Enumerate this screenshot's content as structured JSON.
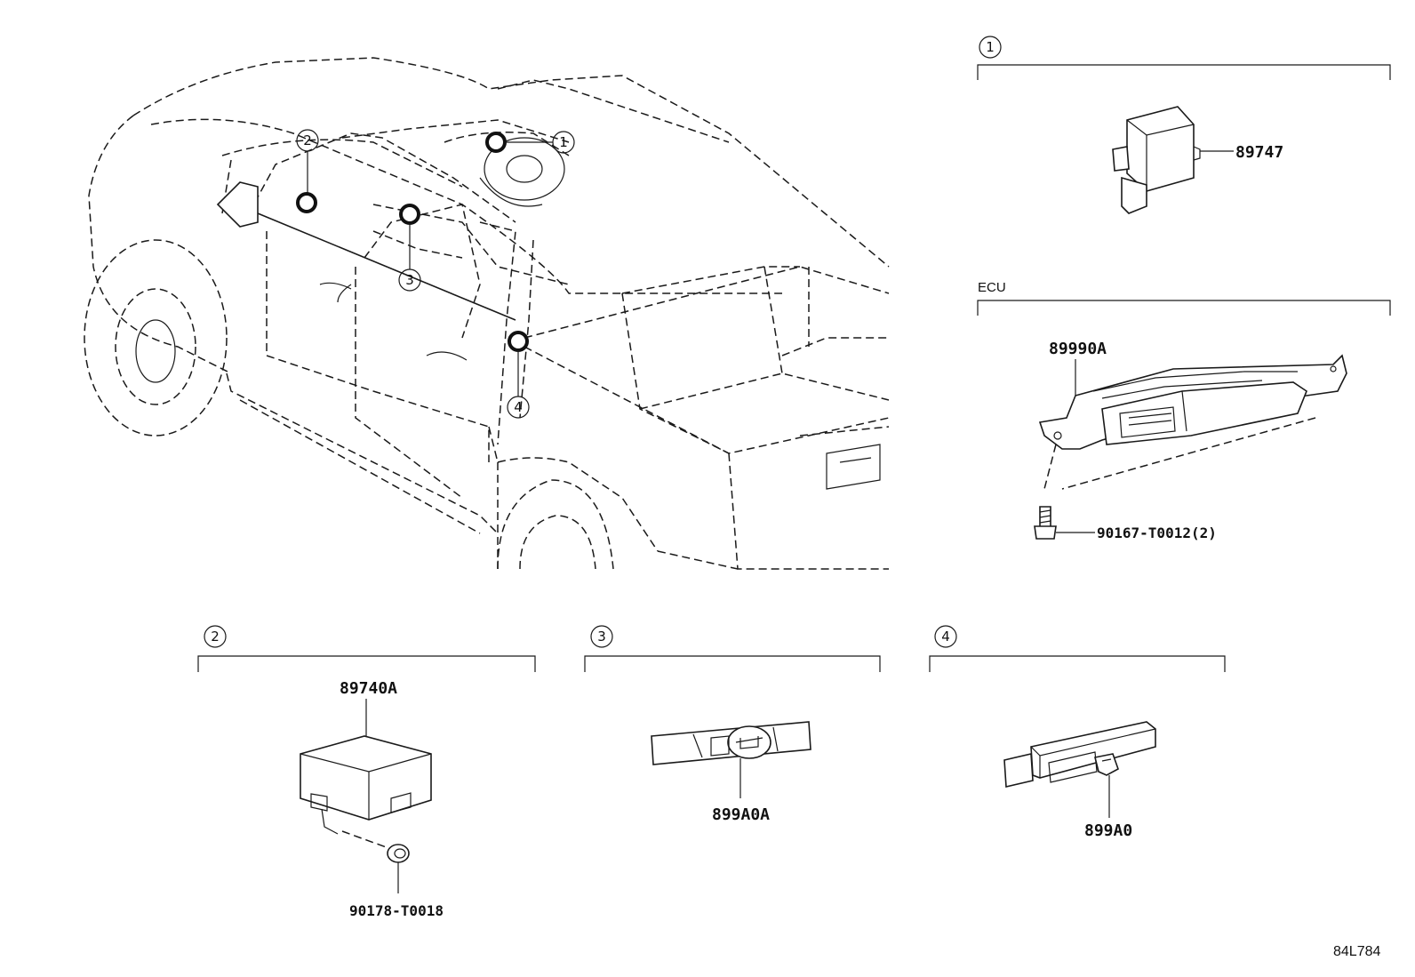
{
  "callouts": {
    "c1": "1",
    "c2": "2",
    "c3": "3",
    "c4": "4"
  },
  "sections": {
    "s1": {
      "index": "1",
      "part": "89747"
    },
    "ecu": {
      "label": "ECU",
      "part": "89990A",
      "bolt": "90167-T0012(2)"
    },
    "s2": {
      "index": "2",
      "part": "89740A",
      "clip": "90178-T0018"
    },
    "s3": {
      "index": "3",
      "part": "899A0A"
    },
    "s4": {
      "index": "4",
      "part": "899A0"
    }
  },
  "reference_code": "84L784"
}
